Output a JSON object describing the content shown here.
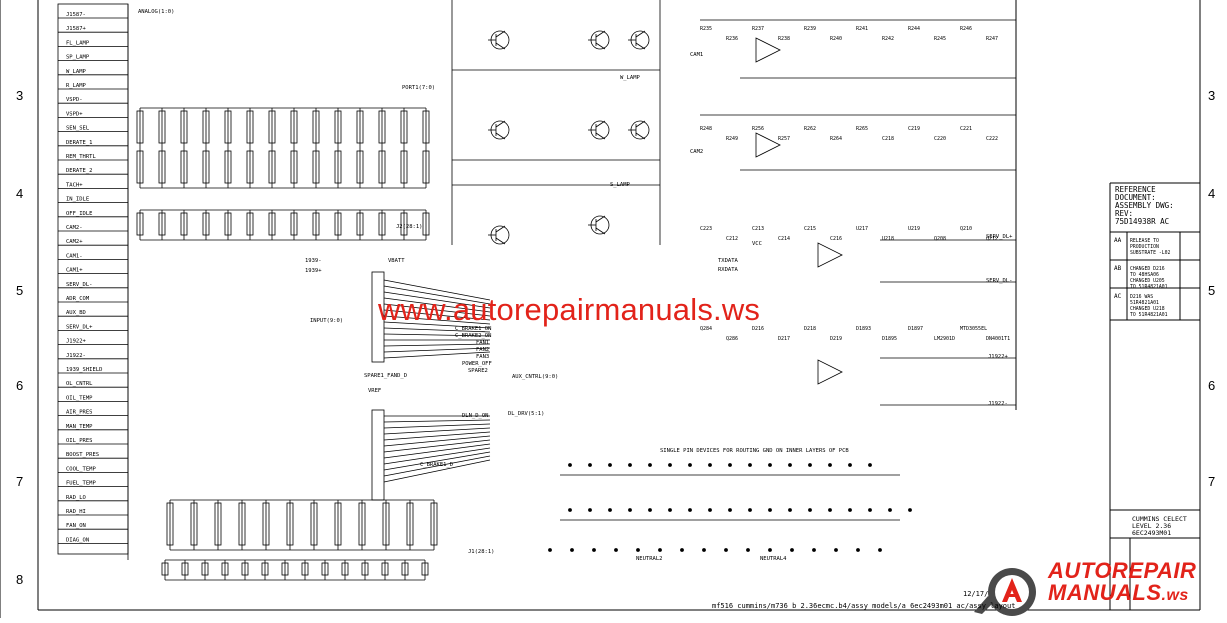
{
  "diagram": {
    "watermark": "www.autorepairmanuals.ws",
    "logo": {
      "line1": "AUTOREPAIR",
      "line2": "MANUALS",
      "line2_suffix": ".ws"
    },
    "reference_document": [
      "REFERENCE DOCUMENT:",
      "ASSEMBLY DWG:  REV:",
      "75D14938R      AC"
    ],
    "title_block": [
      "CUMMINS CELECT",
      "LEVEL 2.36",
      "6EC2493M01"
    ],
    "footer_path": "mf516_cummins/m736_b_2.36ecmc.b4/assy_models/a_6ec2493m01_ac/assy_layout",
    "date_fragment": "12/17/",
    "row_numbers": {
      "left": [
        "3",
        "4",
        "5",
        "6",
        "7",
        "8"
      ],
      "right": [
        "3",
        "4",
        "5",
        "6",
        "7"
      ]
    },
    "revision_rows": [
      {
        "rev": "AA",
        "desc": "RELEASE TO PRODUCTION SUBSTRATE -L02"
      },
      {
        "rev": "AB",
        "desc": "CHANGED D216 TO 48HSA06 CHANGED U205 TO 51R4821A01"
      },
      {
        "rev": "AC",
        "desc": "D216 WAS 51R4821A01 CHANGED U218 TO 51R4821A01"
      }
    ],
    "connector_pins_left": [
      "J1587-",
      "J1587+",
      "FL_LAMP",
      "SP_LAMP",
      "W_LAMP",
      "R_LAMP",
      "VSPD-",
      "VSPD+",
      "SEN_SEL",
      "DERATE_1",
      "REM_THRTL",
      "DERATE_2",
      "TACH+",
      "IN_IDLE",
      "OFF_IDLE",
      "CAM2-",
      "CAM2+",
      "CAM1-",
      "CAM1+",
      "SERV_DL-",
      "ADR_COM",
      "AUX_BD",
      "SERV_DL+",
      "J1922+",
      "J1922-",
      "1939_SHIELD",
      "OL_CNTRL",
      "OIL_TEMP",
      "AIR_PRES",
      "MAN_TEMP",
      "OIL_PRES",
      "BOOST_PRES",
      "COOL_TEMP",
      "FUEL_TEMP",
      "RAD_LO",
      "RAD_HI",
      "FAN_ON",
      "DIAG_ON"
    ],
    "net_labels": [
      "ANALOG(1:0)",
      "PORT1(7:0)",
      "INPUT(9:0)",
      "AUX_CNTRL(9:0)",
      "DL_DRV(5:1)",
      "J1(28:1)",
      "J2(28:1)",
      "W_LAMP",
      "S_LAMP",
      "TXDATA",
      "RXDATA",
      "SERV_DL+",
      "SERV_DL-",
      "J1922+",
      "J1922-",
      "CAM1",
      "CAM2",
      "1939-",
      "1939+",
      "VCC",
      "VBATT",
      "VREF",
      "C_BRAKE1_ON",
      "C_BRAKE2_ON",
      "FAN1",
      "FAN2",
      "FAN3",
      "POWER_OFF",
      "SPARE2",
      "DLN_D_ON",
      "SPARE1_FAND_D",
      "C_BRAKE1_D",
      "SINGLE PIN DEVICES FOR ROUTING GND ON INNER LAYERS OF PCB",
      "NEUTRAL2",
      "NEUTRAL4"
    ],
    "ref_designators": [
      "R235",
      "R236",
      "R237",
      "R238",
      "R239",
      "R240",
      "R241",
      "R242",
      "R244",
      "R245",
      "R246",
      "R247",
      "R248",
      "R249",
      "R256",
      "R257",
      "R262",
      "R264",
      "R265",
      "C218",
      "C219",
      "C220",
      "C221",
      "C222",
      "C223",
      "C212",
      "C213",
      "C214",
      "C215",
      "C216",
      "U217",
      "U218",
      "U219",
      "Q208",
      "Q210",
      "Q212",
      "Q284",
      "Q286",
      "D216",
      "D217",
      "D218",
      "D219",
      "D1893",
      "D1895",
      "D1897",
      "LM2901D",
      "MTD3055EL",
      "DN4001T1"
    ],
    "colors": {
      "ink": "#000000",
      "watermark": "#e2231a",
      "logo_gray": "#4a4a4a"
    }
  }
}
